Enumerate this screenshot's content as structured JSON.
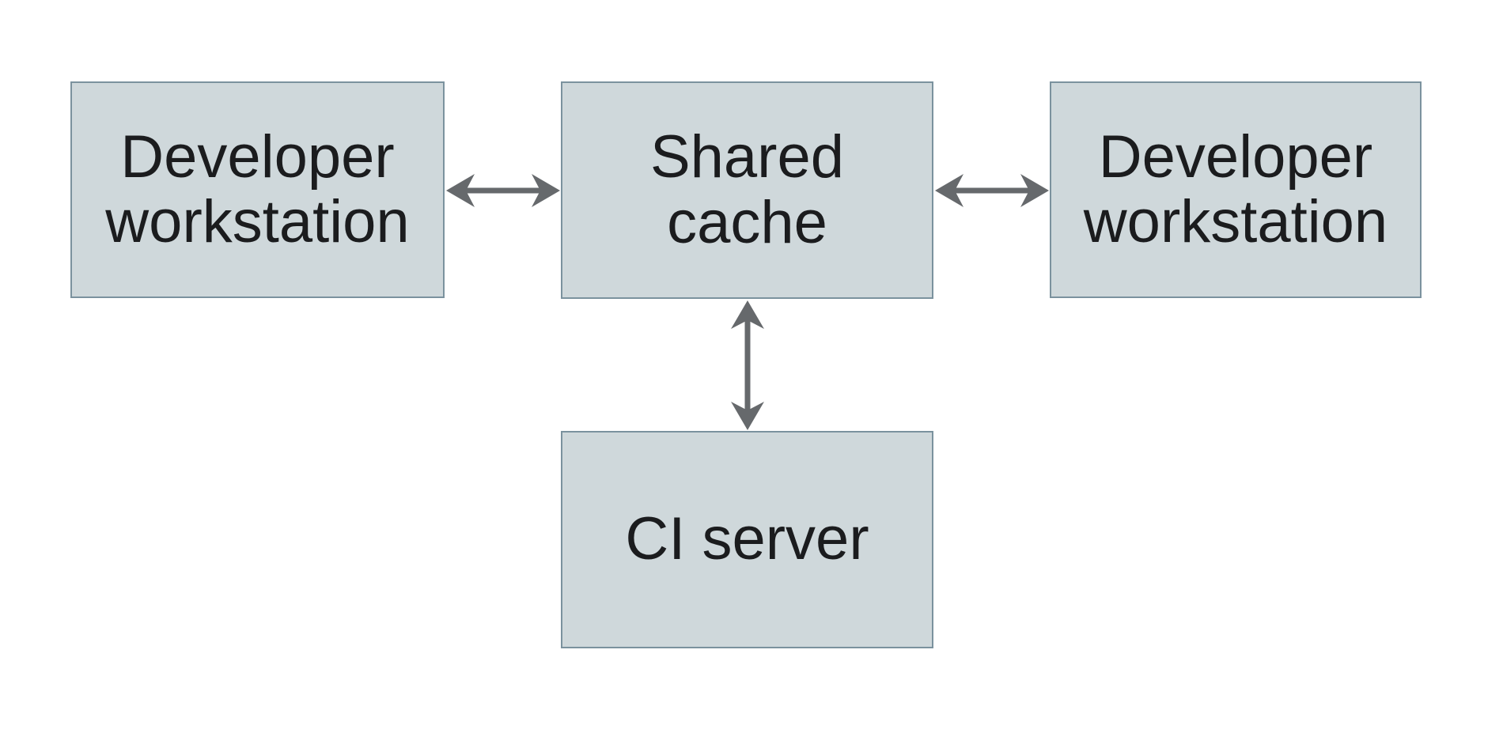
{
  "diagram": {
    "background_color": "#ffffff",
    "node_fill_color": "#cfd8db",
    "node_border_color": "#7b929e",
    "arrow_color": "#66696c",
    "text_color": "#1b1c1e",
    "nodes": [
      {
        "id": "developer-workstation-left",
        "label": "Developer\nworkstation"
      },
      {
        "id": "shared-cache",
        "label": "Shared\ncache"
      },
      {
        "id": "developer-workstation-right",
        "label": "Developer\nworkstation"
      },
      {
        "id": "ci-server",
        "label": "CI server"
      }
    ],
    "edges": [
      {
        "id": "dev-left-shared-cache",
        "from": "developer-workstation-left",
        "to": "shared-cache",
        "direction": "bidirectional",
        "orientation": "horizontal"
      },
      {
        "id": "shared-cache-dev-right",
        "from": "shared-cache",
        "to": "developer-workstation-right",
        "direction": "bidirectional",
        "orientation": "horizontal"
      },
      {
        "id": "shared-cache-ci-server",
        "from": "shared-cache",
        "to": "ci-server",
        "direction": "bidirectional",
        "orientation": "vertical"
      }
    ]
  }
}
